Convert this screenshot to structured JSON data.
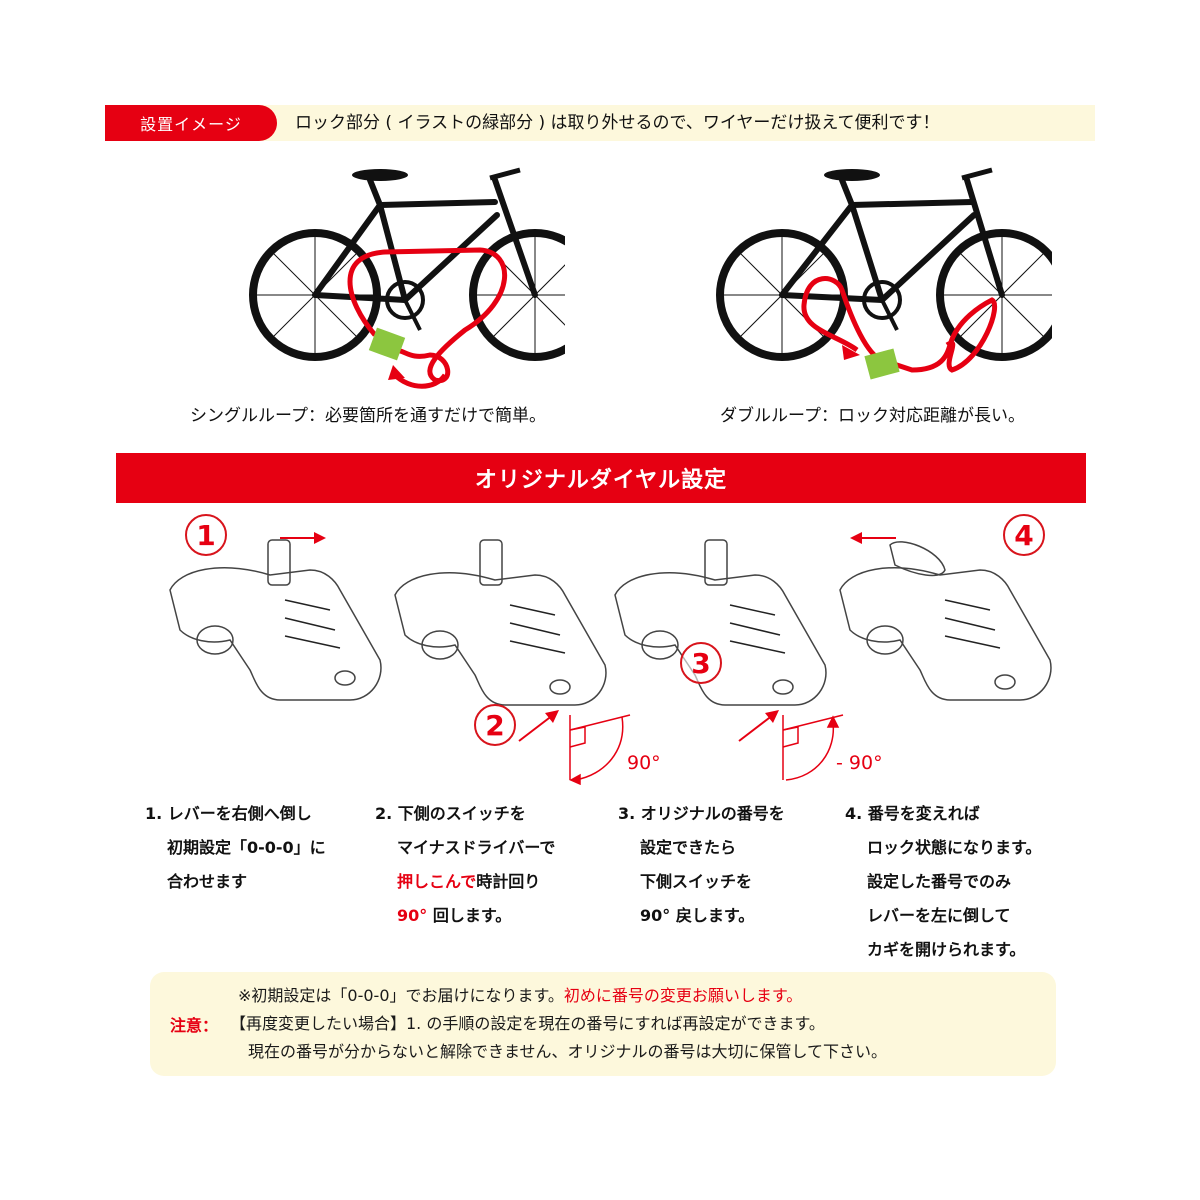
{
  "top_banner": {
    "tag": "設置イメージ",
    "description": "ロック部分 ( イラストの緑部分 ) は取り外せるので、ワイヤーだけ扱えて便利です！"
  },
  "bikes": [
    {
      "caption": "シングルループ：必要箇所を通すだけで簡単。"
    },
    {
      "caption": "ダブルループ：ロック対応距離が長い。"
    }
  ],
  "section_header": "オリジナルダイヤル設定",
  "steps": [
    {
      "number": "1",
      "lines": [
        "1. レバーを右側へ倒し",
        "初期設定「0-0-0」に",
        "合わせます"
      ]
    },
    {
      "number": "2",
      "lines_plain": [
        "2. 下側のスイッチを",
        "マイナスドライバーで"
      ],
      "line3_red": "押しこんで",
      "line3_rest": "時計回り",
      "line4_red": "90°",
      "line4_rest": "回します。",
      "angle": "90°"
    },
    {
      "number": "3",
      "lines": [
        "3. オリジナルの番号を",
        "設定できたら",
        "下側スイッチを",
        "90° 戻します。"
      ],
      "angle": "- 90°"
    },
    {
      "number": "4",
      "lines": [
        "4. 番号を変えれば",
        "ロック状態になります。",
        "設定した番号でのみ",
        "レバーを左に倒して",
        "カギを開けられます。"
      ]
    }
  ],
  "note": {
    "label": "注意：",
    "line1_plain": "※初期設定は「0-0-0」でお届けになります。",
    "line1_red": "初めに番号の変更お願いします。",
    "line2": "【再度変更したい場合】1. の手順の設定を現在の番号にすれば再設定ができます。",
    "line3": "現在の番号が分からないと解除できません、オリジナルの番号は大切に保管して下さい。"
  },
  "colors": {
    "accent_red": "#e60012",
    "banner_bg": "#fdf8dc",
    "lock_green": "#8cc63f"
  }
}
